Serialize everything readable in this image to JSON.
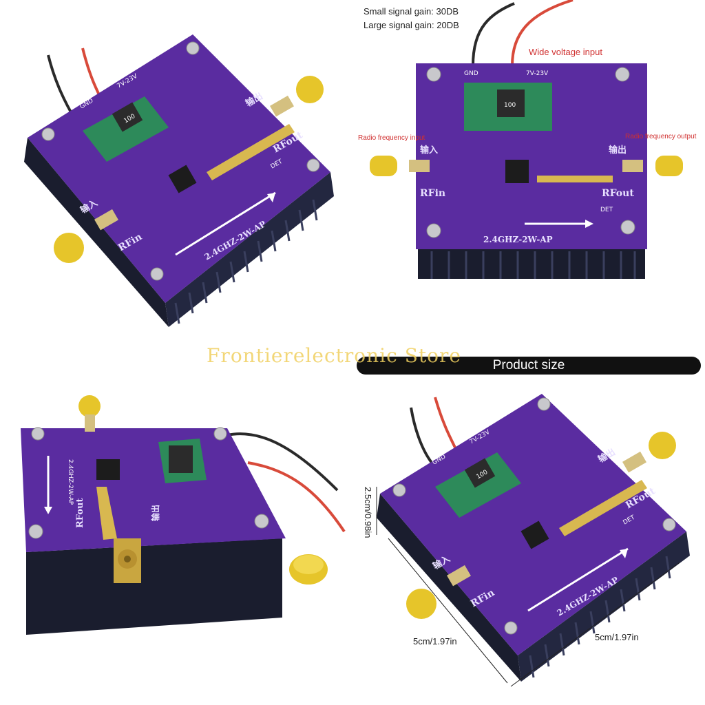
{
  "store_watermark": "Frontierelectronic Store",
  "product_size_banner": "Product size",
  "top_right_annotations": {
    "small_signal_gain": "Small signal gain: 30DB",
    "large_signal_gain": "Large signal gain: 20DB",
    "wide_voltage_input": "Wide voltage input",
    "rf_input": "Radio frequency input",
    "rf_output": "Radio frequency output"
  },
  "board_labels": {
    "model": "2.4GHZ-2W-AP",
    "voltage": "7V-23V",
    "gnd": "GND",
    "rf_in": "RFin",
    "rf_out": "RFout",
    "input_cn": "输入",
    "output_cn": "输出",
    "det": "DET",
    "inductor": "100"
  },
  "dimensions": {
    "height": "2.5cm/0.98in",
    "depth": "5cm/1.97in",
    "width": "5cm/1.97in"
  },
  "colors": {
    "pcb_purple": "#5a2ca0",
    "heatsink_dark": "#1a1d2e",
    "sma_gold": "#e6c52a",
    "wire_red": "#d84a3a",
    "wire_black": "#2a2a2a",
    "watermark": "#f0d060"
  }
}
